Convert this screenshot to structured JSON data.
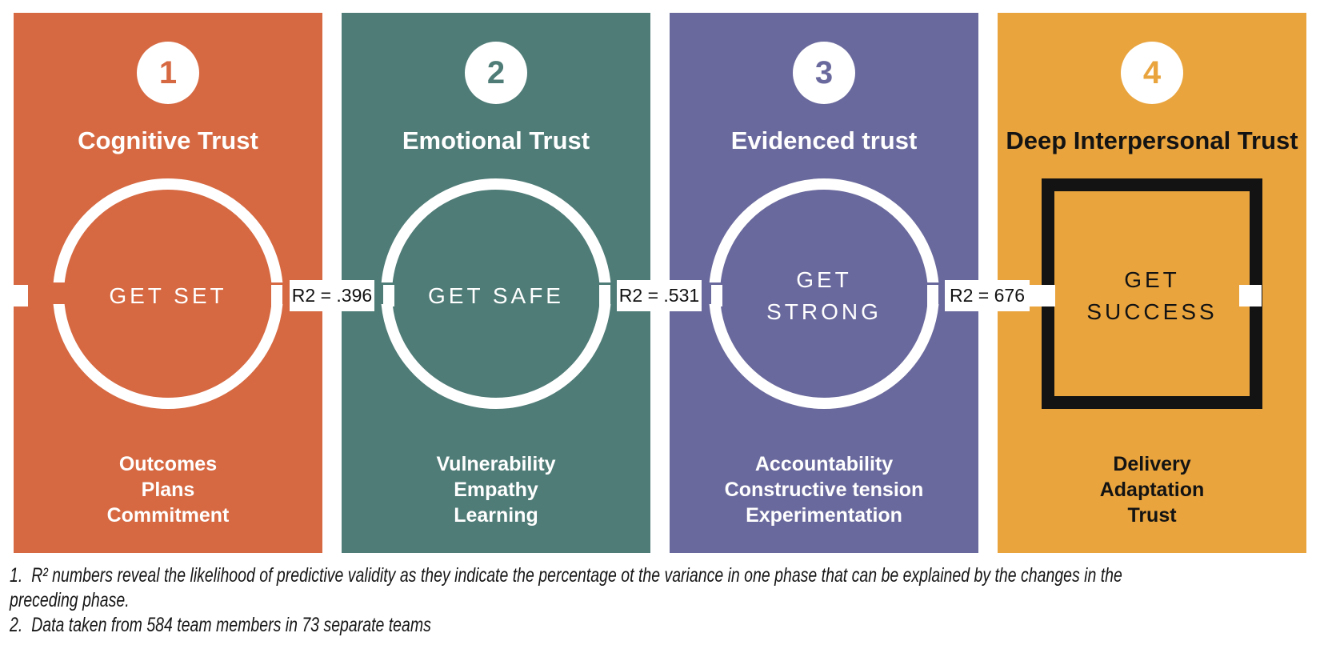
{
  "panels": [
    {
      "number": "1",
      "title": "Cognitive Trust",
      "shape": "circle",
      "shape_label_lines": [
        "GET SET"
      ],
      "items": [
        "Outcomes",
        "Plans",
        "Commitment"
      ],
      "color": "#D66942",
      "text_color": "#FFFFFF"
    },
    {
      "number": "2",
      "title": "Emotional Trust",
      "shape": "circle",
      "shape_label_lines": [
        "GET SAFE"
      ],
      "items": [
        "Vulnerability",
        "Empathy",
        "Learning"
      ],
      "color": "#4F7C77",
      "text_color": "#FFFFFF"
    },
    {
      "number": "3",
      "title": "Evidenced trust",
      "shape": "circle",
      "shape_label_lines": [
        "GET",
        "STRONG"
      ],
      "items": [
        "Accountability",
        "Constructive tension",
        "Experimentation"
      ],
      "color": "#6A699D",
      "text_color": "#FFFFFF"
    },
    {
      "number": "4",
      "title": "Deep Interpersonal Trust",
      "shape": "square",
      "shape_label_lines": [
        "GET",
        "SUCCESS"
      ],
      "items": [
        "Delivery",
        "Adaptation",
        "Trust"
      ],
      "color": "#E9A43E",
      "text_color": "#131313"
    }
  ],
  "connectors": [
    {
      "label": "R2 = .396"
    },
    {
      "label": "R2 = .531"
    },
    {
      "label": "R2 = 676"
    }
  ],
  "footnotes": [
    {
      "number": "1.",
      "lines": [
        "R² numbers reveal the likelihood of predictive validity as they indicate the percentage ot the variance in one phase that can be explained by the changes in the",
        "preceding phase."
      ]
    },
    {
      "number": "2.",
      "lines": [
        "Data taken from 584 team members in 73 separate teams"
      ]
    }
  ]
}
